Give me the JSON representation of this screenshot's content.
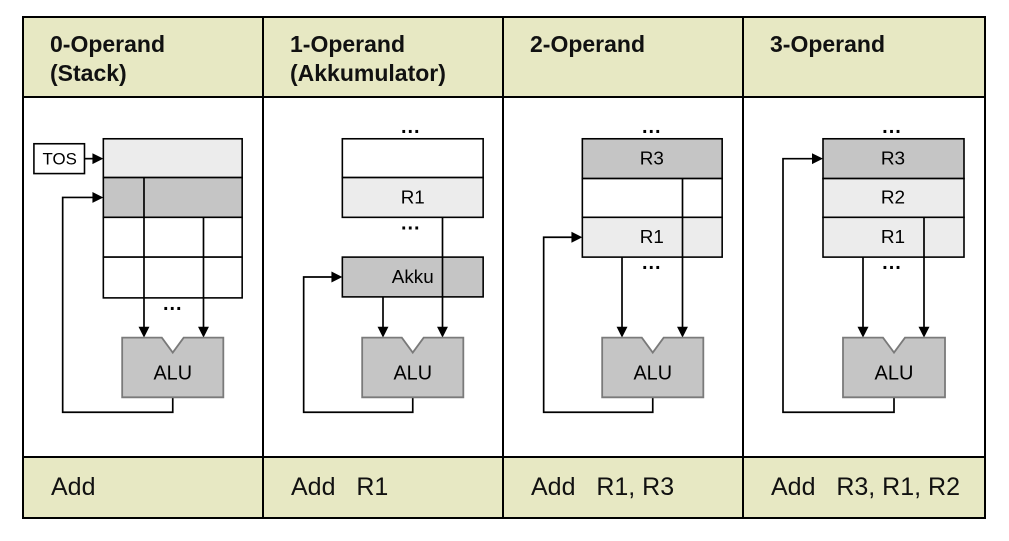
{
  "columns": [
    {
      "header_line1": "0-Operand",
      "header_line2": "(Stack)",
      "instruction": "Add"
    },
    {
      "header_line1": "1-Operand",
      "header_line2": "(Akkumulator)",
      "instruction": "Add   R1"
    },
    {
      "header_line1": "2-Operand",
      "header_line2": "",
      "instruction": "Add   R1, R3"
    },
    {
      "header_line1": "3-Operand",
      "header_line2": "",
      "instruction": "Add   R3, R1, R2"
    }
  ],
  "diagrams": {
    "ellipsis": "...",
    "stack": {
      "tos_label": "TOS",
      "alu_label": "ALU"
    },
    "accumulator": {
      "r1_label": "R1",
      "akku_label": "Akku",
      "alu_label": "ALU"
    },
    "two_operand": {
      "r3_label": "R3",
      "r1_label": "R1",
      "alu_label": "ALU"
    },
    "three_operand": {
      "r3_label": "R3",
      "r2_label": "R2",
      "r1_label": "R1",
      "alu_label": "ALU"
    }
  },
  "colors": {
    "header_bg": "#e7e8c3",
    "register_dark": "#c5c5c5",
    "register_light": "#ececec",
    "register_empty": "#ffffff",
    "alu_fill": "#c5c5c5",
    "alu_border": "#7a7a7a",
    "line": "#000000",
    "table_border": "#000000"
  }
}
